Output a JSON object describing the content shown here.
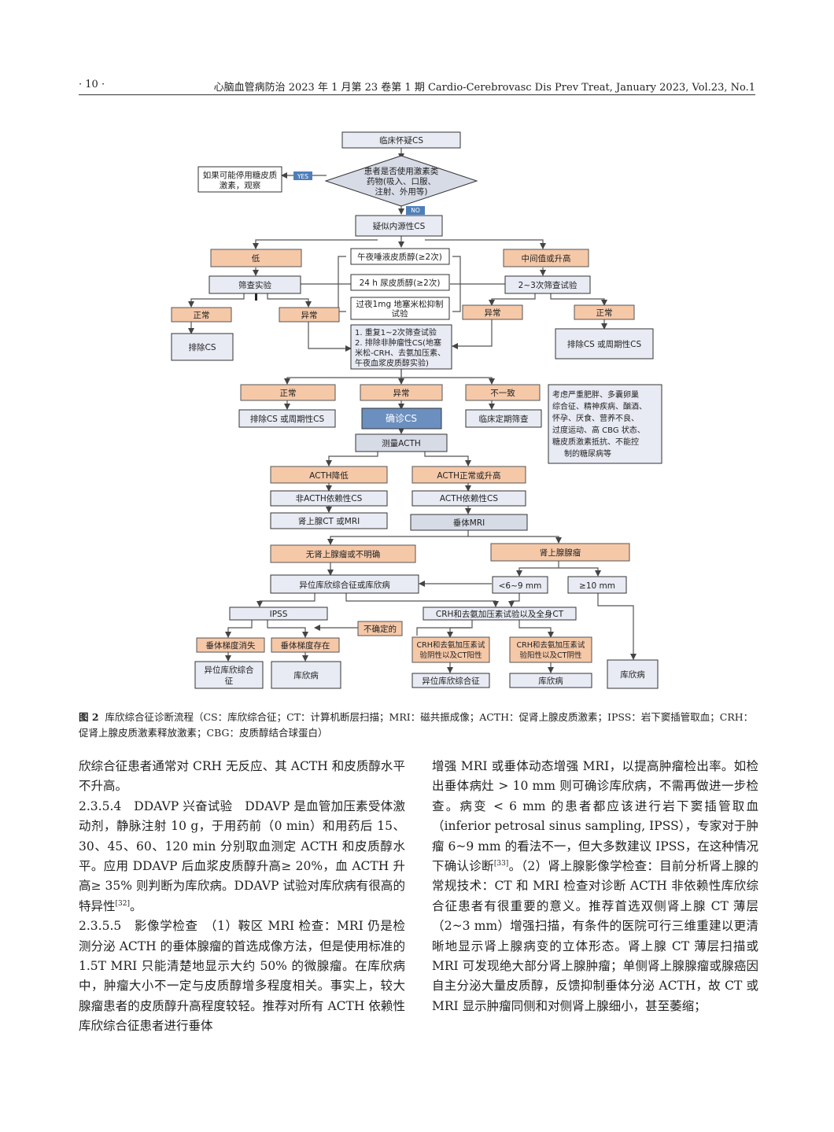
{
  "header": {
    "page_number": "· 10 ·",
    "journal": "心脑血管病防治 2023 年 1 月第 23 卷第 1 期 Cardio-Cerebrovasc Dis Prev Treat, January 2023, Vol.23, No.1"
  },
  "flowchart": {
    "start": "临床怀疑CS",
    "decision": [
      "患者是否使用激素类",
      "药物(吸入、口服、",
      "注射、外用等)"
    ],
    "yes": "YES",
    "no": "NO",
    "stop_steroid": [
      "如果可能停用糖皮质",
      "激素，观察"
    ],
    "endogenous": "疑似内源性CS",
    "low": "低",
    "mid_high": "中间值或升高",
    "test1": "午夜唾液皮质醇(≥2次)",
    "test2": "24 h 尿皮质醇(≥2次)",
    "test3": [
      "过夜1mg 地塞米松抑制",
      "试验"
    ],
    "screen_left": "筛查实验",
    "screen_right": "2~3次筛查试验",
    "normal_l": "正常",
    "abnormal_l": "异常",
    "abnormal_r": "异常",
    "normal_r": "正常",
    "exclude_cs": "排除CS",
    "exclude_cs_periodic_r": "排除CS 或周期性CS",
    "repeat": [
      "1. 重复1~2次筛查试验",
      "2. 排除非肿瘤性CS(地塞",
      "米松-CRH、去氨加压素、",
      "午夜血浆皮质醇实验)"
    ],
    "normal_m": "正常",
    "abnormal_m": "异常",
    "inconsistent": "不一致",
    "consider": [
      "考虑严重肥胖、多囊卵巢",
      "综合征、精神疾病、酗酒、",
      "怀孕、厌食、营养不良、",
      "过度运动、高 CBG 状态、",
      "糖皮质激素抵抗、不能控",
      "制的糖尿病等"
    ],
    "exclude_periodic_m": "排除CS 或周期性CS",
    "confirm_cs": "确诊CS",
    "followup": "临床定期筛查",
    "measure_acth": "测量ACTH",
    "acth_low": "ACTH降低",
    "acth_high": "ACTH正常或升高",
    "non_acth_dep": "非ACTH依赖性CS",
    "acth_dep": "ACTH依赖性CS",
    "adrenal_ct": "肾上腺CT 或MRI",
    "pit_mri": "垂体MRI",
    "no_adenoma": "无肾上腺瘤或不明确",
    "adrenal_tumor": "肾上腺腺瘤",
    "ectopic_or_cd": "异位库欣综合征或库欣病",
    "lt_mm": "<6~9 mm",
    "ge_mm": "≥10 mm",
    "ipss": "IPSS",
    "crh_ct": "CRH和去氨加压素试验以及全身CT",
    "uncertain": "不确定的",
    "grad_absent": "垂体梯度消失",
    "grad_present": "垂体梯度存在",
    "crh_neg": [
      "CRH和去氨加压素试",
      "验阴性以及CT阳性"
    ],
    "crh_pos": [
      "CRH和去氨加压素试",
      "验阳性以及CT阴性"
    ],
    "ectopic_cs_l": [
      "异位库欣综合",
      "征"
    ],
    "cushing_disease_l": "库欣病",
    "ectopic_cs_m": "异位库欣综合征",
    "cushing_disease_m": "库欣病",
    "cushing_disease_r": "库欣病"
  },
  "caption": {
    "label": "图 2",
    "text": "库欣综合征诊断流程（CS：库欣综合征；CT：计算机断层扫描；MRI：磁共振成像；ACTH：促肾上腺皮质激素；IPSS：岩下窦插管取血；CRH：促肾上腺皮质激素释放激素；CBG：皮质醇结合球蛋白）"
  },
  "left_column": {
    "p1": "欣综合征患者通常对 CRH 无反应、其 ACTH 和皮质醇水平不升高。",
    "p2": "2.3.5.4　DDAVP 兴奋试验　DDAVP 是血管加压素受体激动剂，静脉注射 10 g，于用药前（0 min）和用药后 15、30、45、60、120 min 分别取血测定 ACTH 和皮质醇水平。应用 DDAVP 后血浆皮质醇升高≥ 20%，血 ACTH 升高≥ 35% 则判断为库欣病。DDAVP 试验对库欣病有很高的特异性",
    "p2_ref": "[32]",
    "p2_end": "。",
    "p3": "2.3.5.5　影像学检查　（1）鞍区 MRI 检查：MRI 仍是检测分泌 ACTH 的垂体腺瘤的首选成像方法，但是使用标准的 1.5T MRI 只能清楚地显示大约 50% 的微腺瘤。在库欣病中，肿瘤大小不一定与皮质醇增多程度相关。事实上，较大腺瘤患者的皮质醇升高程度较轻。推荐对所有 ACTH 依赖性库欣综合征患者进行垂体"
  },
  "right_column": {
    "p1": "增强 MRI 或垂体动态增强 MRI，以提高肿瘤检出率。如检出垂体病灶 > 10 mm 则可确诊库欣病，不需再做进一步检查。病变 < 6 mm 的患者都应该进行岩下窦插管取血（inferior petrosal sinus sampling, IPSS），专家对于肿瘤 6~9 mm 的看法不一，但大多数建议 IPSS，在这种情况下确认诊断",
    "p1_ref": "[33]",
    "p1_end": "。（2）肾上腺影像学检查：目前分析肾上腺的常规技术：CT 和 MRI 检查对诊断 ACTH 非依赖性库欣综合征患者有很重要的意义。推荐首选双侧肾上腺 CT 薄层（2~3 mm）增强扫描，有条件的医院可行三维重建以更清晰地显示肾上腺病变的立体形态。肾上腺 CT 薄层扫描或 MRI 可发现绝大部分肾上腺肿瘤；单侧肾上腺腺瘤或腺癌因自主分泌大量皮质醇，反馈抑制垂体分泌 ACTH，故 CT 或 MRI 显示肿瘤同侧和对侧肾上腺细小，甚至萎缩；"
  }
}
